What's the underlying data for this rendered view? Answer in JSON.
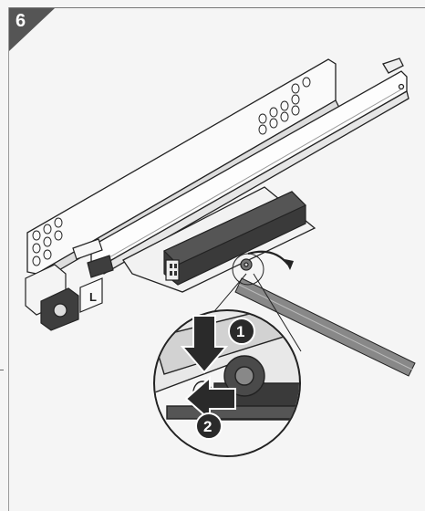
{
  "step_number": "6",
  "callouts": {
    "step_one": "1",
    "step_two": "2",
    "side_marker": "L"
  },
  "icons": [
    "step-badge",
    "drawer-runner",
    "locking-device",
    "rod",
    "detail-magnifier",
    "press-arrow"
  ],
  "colors": {
    "badge": "#555555",
    "background": "#f5f5f5",
    "line": "#222222",
    "part_dark": "#3a3a3a",
    "rod": "#888888"
  }
}
